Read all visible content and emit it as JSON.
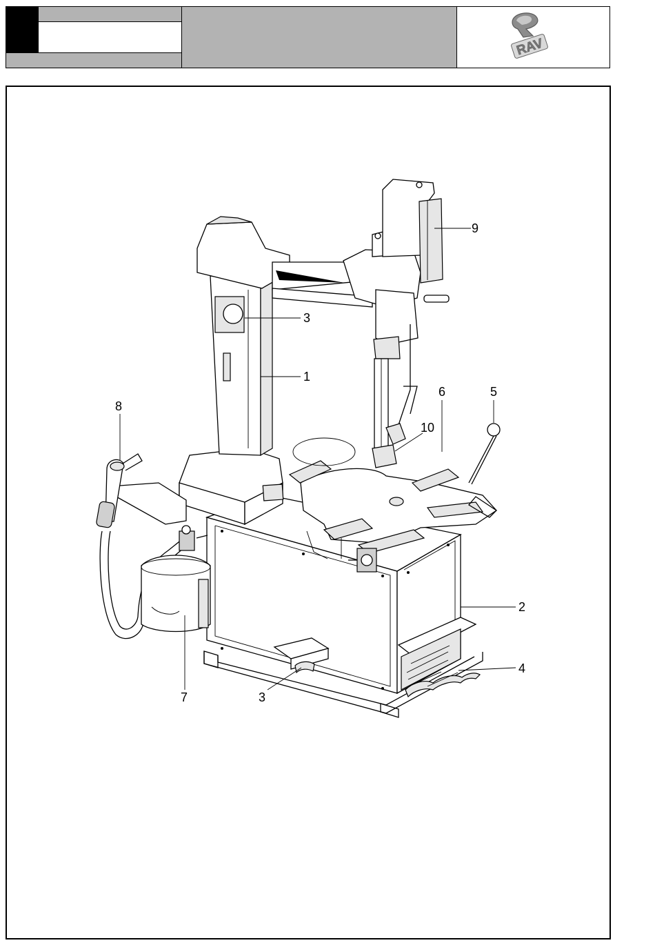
{
  "header": {
    "logo_text": "RAV",
    "colors": {
      "header_grey": "#b3b3b3",
      "logo_grey": "#9a9a9a",
      "ink": "#000000"
    }
  },
  "figure": {
    "callouts": [
      {
        "id": "c1",
        "label": "1"
      },
      {
        "id": "c2",
        "label": "2"
      },
      {
        "id": "c3a",
        "label": "3"
      },
      {
        "id": "c3b",
        "label": "3"
      },
      {
        "id": "c4",
        "label": "4"
      },
      {
        "id": "c5",
        "label": "5"
      },
      {
        "id": "c6",
        "label": "6"
      },
      {
        "id": "c7",
        "label": "7"
      },
      {
        "id": "c8",
        "label": "8"
      },
      {
        "id": "c9",
        "label": "9"
      },
      {
        "id": "c10",
        "label": "10"
      }
    ]
  }
}
